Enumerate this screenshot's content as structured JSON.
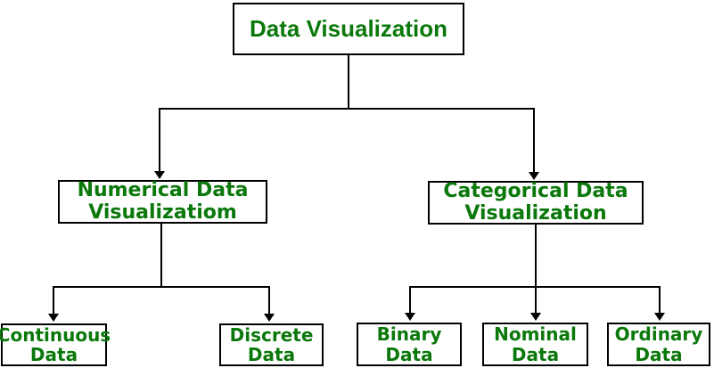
{
  "diagram": {
    "title": "Data Visualization types flowchart",
    "colors": {
      "node_text": "#0a780a",
      "node_border": "#000000",
      "line": "#000000",
      "background": "#ffffff"
    },
    "nodes": {
      "root": {
        "label": "Data Visualization"
      },
      "numerical": {
        "label": "Numerical Data\nVisualizatiom"
      },
      "categorical": {
        "label": "Categorical Data\nVisualization"
      },
      "continuous": {
        "label": "Continuous\nData"
      },
      "discrete": {
        "label": "Discrete\nData"
      },
      "binary": {
        "label": "Binary\nData"
      },
      "nominal": {
        "label": "Nominal\nData"
      },
      "ordinary": {
        "label": "Ordinary\nData"
      }
    },
    "edges": [
      {
        "from": "root",
        "to": "numerical"
      },
      {
        "from": "root",
        "to": "categorical"
      },
      {
        "from": "numerical",
        "to": "continuous"
      },
      {
        "from": "numerical",
        "to": "discrete"
      },
      {
        "from": "categorical",
        "to": "binary"
      },
      {
        "from": "categorical",
        "to": "nominal"
      },
      {
        "from": "categorical",
        "to": "ordinary"
      }
    ]
  }
}
